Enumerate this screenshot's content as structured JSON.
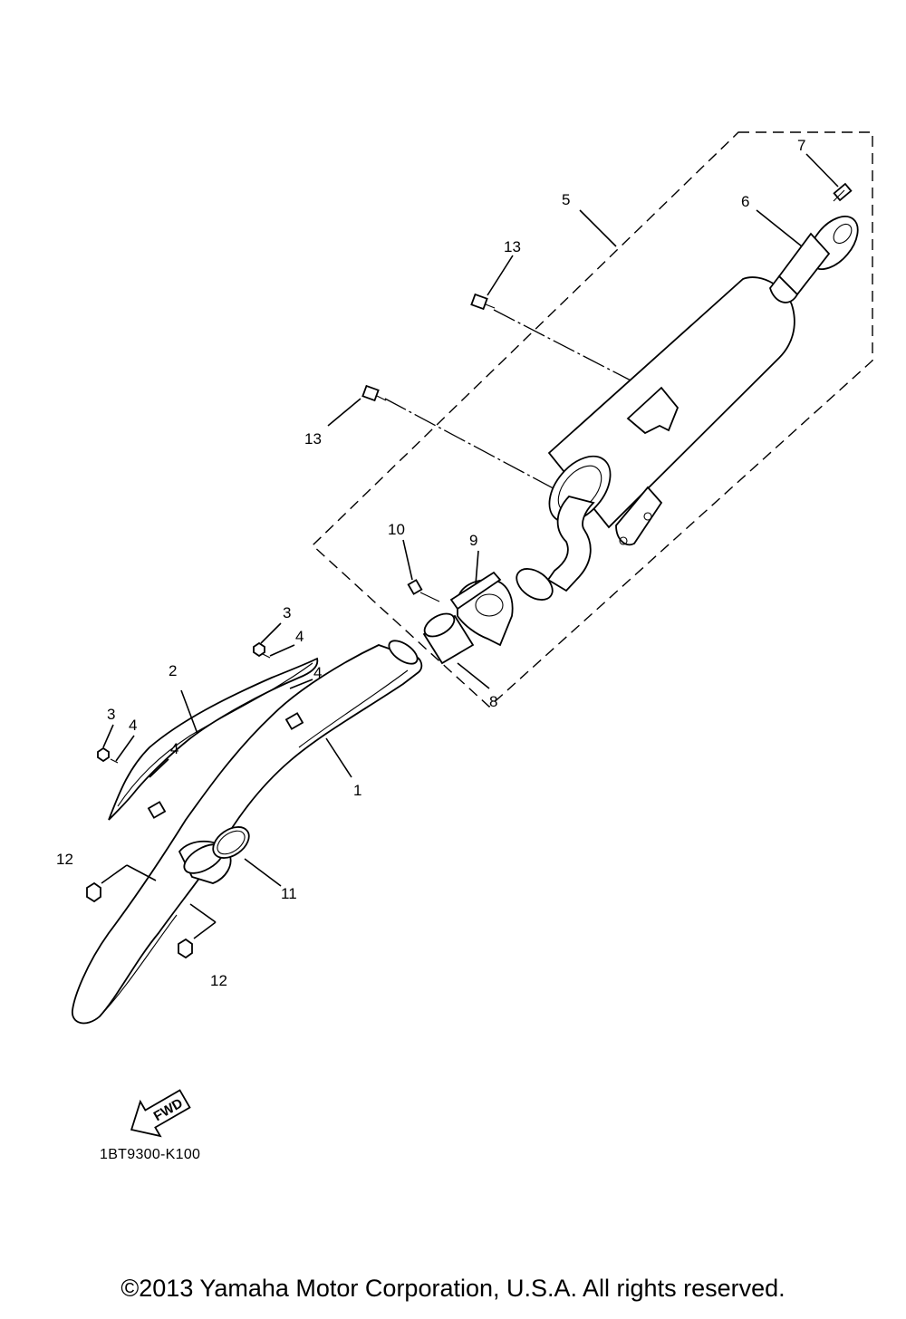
{
  "diagram": {
    "code": "1BT9300-K100",
    "copyright": "©2013 Yamaha Motor Corporation, U.S.A. All rights reserved.",
    "fwd_arrow_text": "FWD",
    "callouts": [
      "1",
      "2",
      "3",
      "3",
      "4",
      "4",
      "4",
      "4",
      "5",
      "6",
      "7",
      "8",
      "9",
      "10",
      "11",
      "12",
      "12",
      "13",
      "13"
    ]
  }
}
